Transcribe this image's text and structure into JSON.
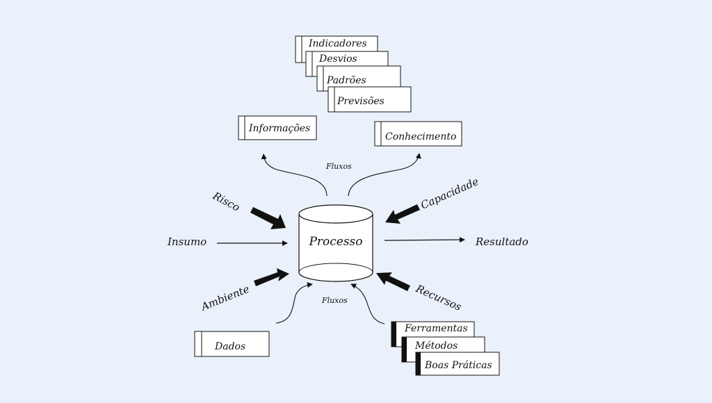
{
  "process": {
    "label": "Processo"
  },
  "inputs": {
    "insumo": "Insumo",
    "resultado": "Resultado"
  },
  "influences": {
    "risco": "Risco",
    "capacidade": "Capacidade",
    "ambiente": "Ambiente",
    "recursos": "Recursos"
  },
  "flows": {
    "top": "Fluxos",
    "bottom": "Fluxos"
  },
  "outputs": {
    "informacoes": "Informações",
    "conhecimento": "Conhecimento",
    "stack": [
      "Indicadores",
      "Desvios",
      "Padrões",
      "Previsões"
    ]
  },
  "sources": {
    "dados": "Dados",
    "stack": [
      "Ferramentas",
      "Métodos",
      "Boas Práticas"
    ]
  },
  "colors": {
    "background": "#eaf1fb",
    "ink": "#111111",
    "box_fill": "#ffffff"
  }
}
